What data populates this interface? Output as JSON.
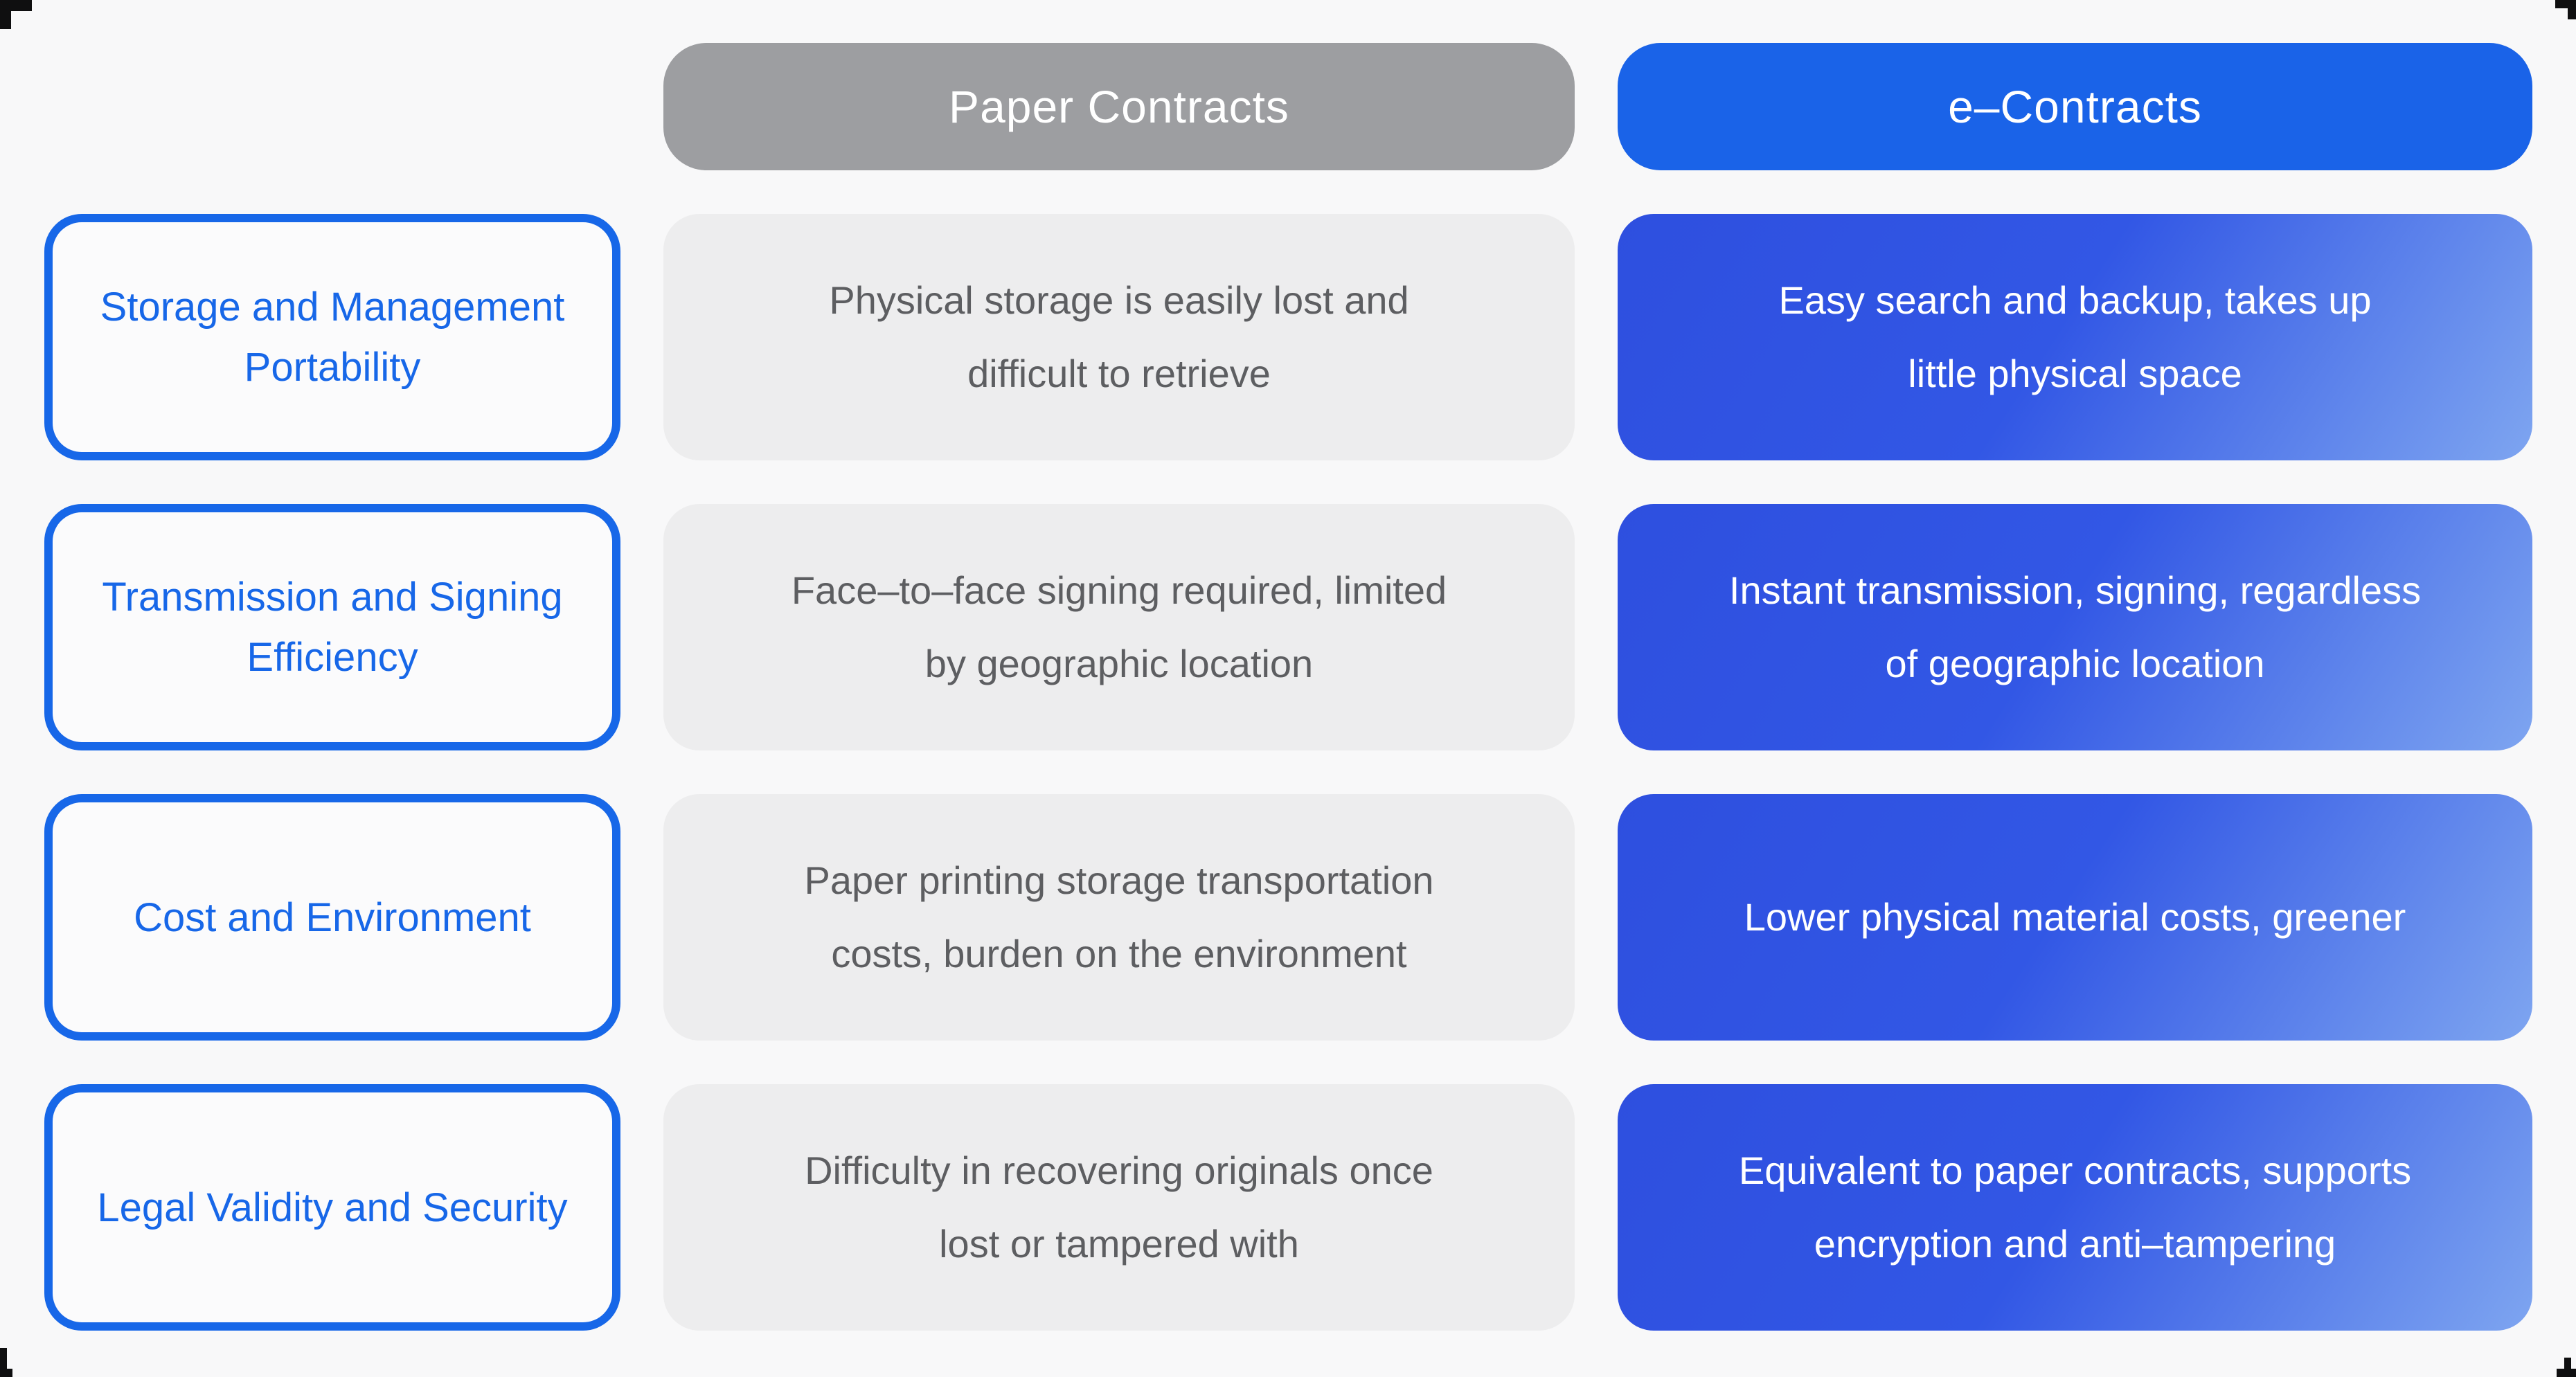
{
  "colors": {
    "page_bg": "#f8f8f9",
    "paper_header_bg": "#9d9ea1",
    "econtract_header_bg": "#1a63e8",
    "header_text": "#ffffff",
    "category_accent": "#1767e8",
    "category_card_bg": "#fbfbfc",
    "paper_card_bg": "#ededee",
    "paper_card_text": "#5d5e61",
    "econtract_gradient_start": "#2e4fdf",
    "econtract_gradient_mid": "#3257e5",
    "econtract_gradient_end": "#7ea5f0",
    "econtract_card_text": "#ffffff",
    "corner_mark": "#0f0f10"
  },
  "header": {
    "paper_label": "Paper Contracts",
    "econtract_label": "e–Contracts"
  },
  "rows": [
    {
      "category": "Storage and Management\nPortability",
      "paper": "Physical storage is easily lost and\ndifficult to retrieve",
      "econtract": "Easy search and backup, takes up\nlittle physical space"
    },
    {
      "category": "Transmission and Signing\nEfficiency",
      "paper": "Face–to–face signing required, limited\nby geographic location",
      "econtract": "Instant transmission, signing, regardless\nof geographic location"
    },
    {
      "category": "Cost and Environment",
      "paper": "Paper printing storage transportation\ncosts, burden on the environment",
      "econtract": "Lower physical material costs, greener"
    },
    {
      "category": "Legal Validity and Security",
      "paper": "Difficulty in recovering originals once\nlost or tampered with",
      "econtract": "Equivalent to paper contracts, supports\nencryption and anti–tampering"
    }
  ]
}
